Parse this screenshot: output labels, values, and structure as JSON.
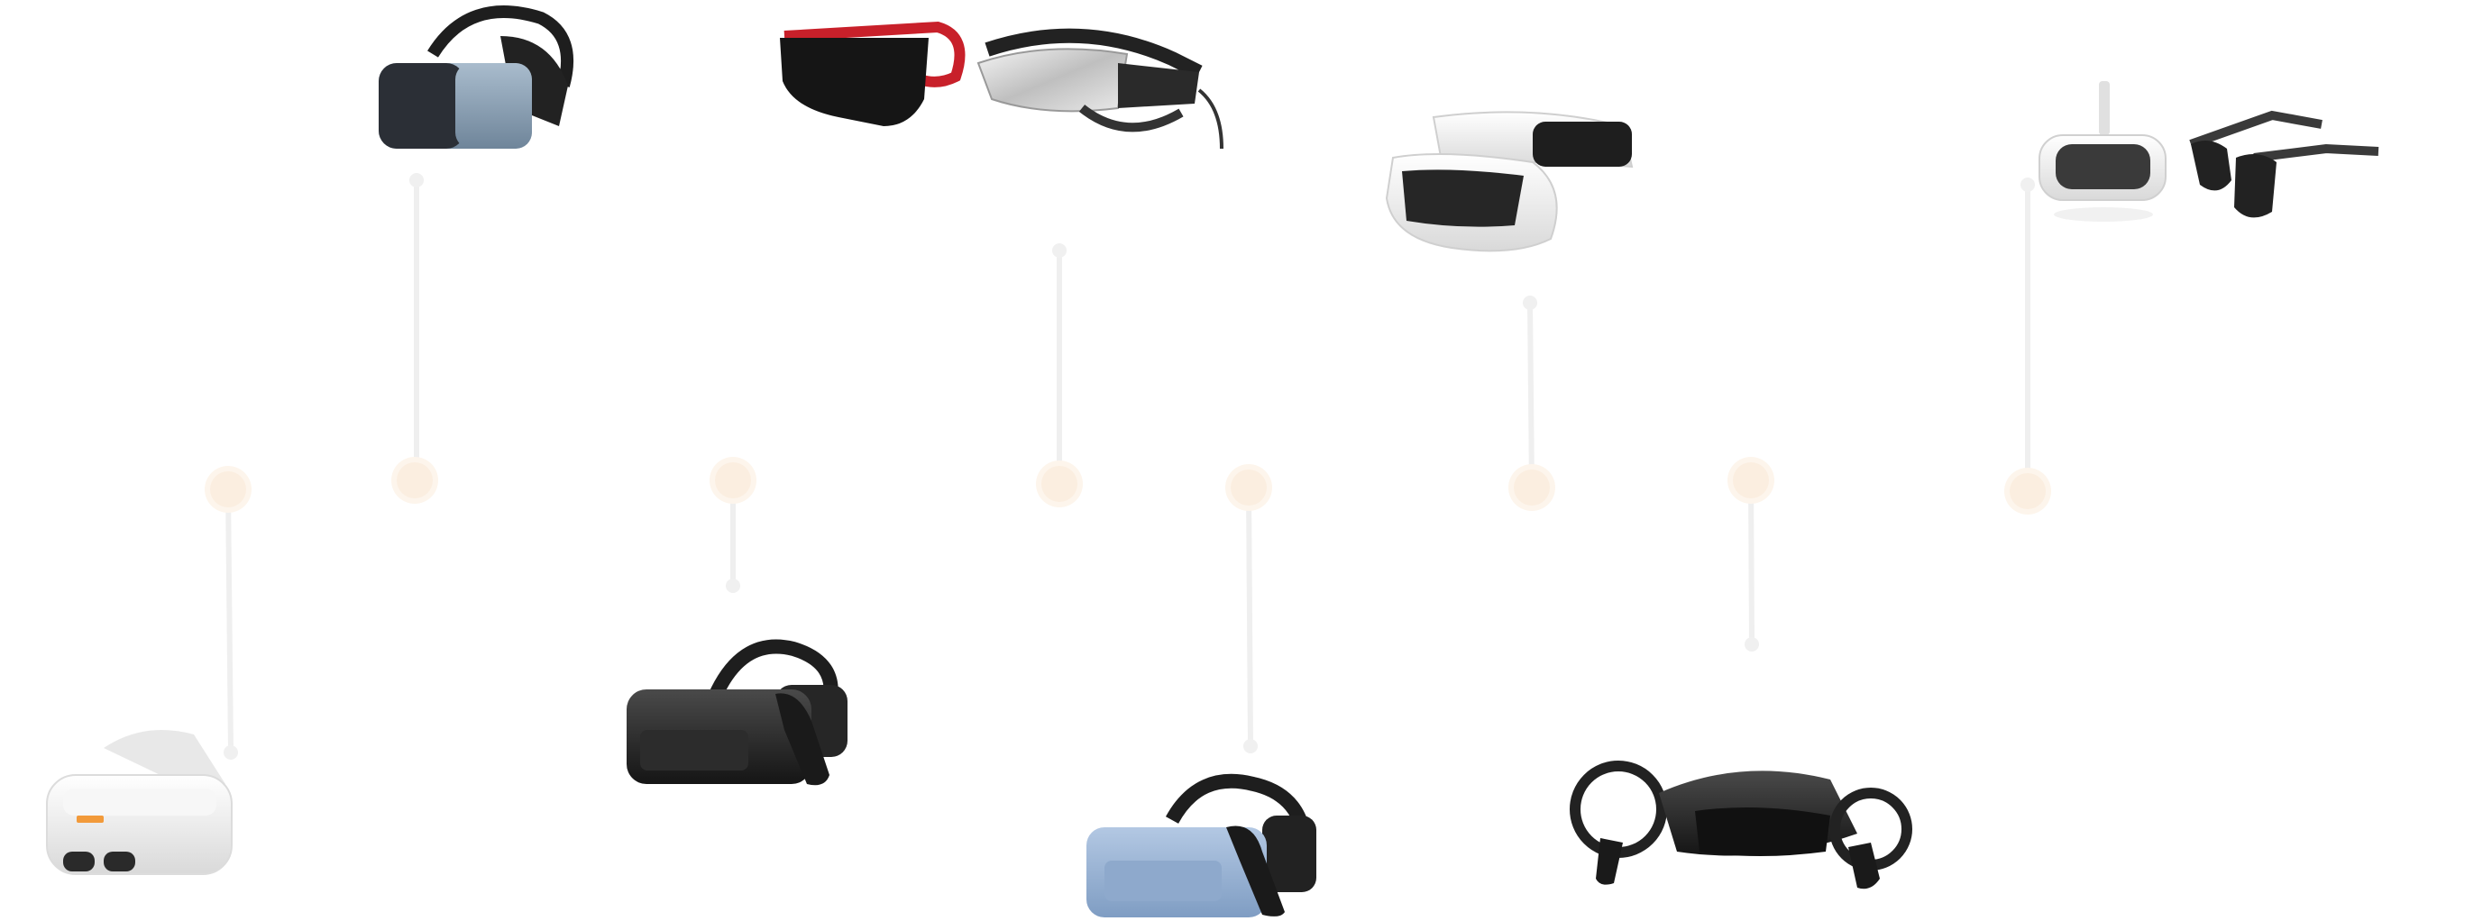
{
  "timeline": {
    "node_color": "#fbeee0",
    "connector_color": "#efefef",
    "items": [
      {
        "id": "vr-1",
        "icon": "white-standalone-vr-headset-icon",
        "product_side": "below"
      },
      {
        "id": "vr-2",
        "icon": "blue-grey-vr-headset-icon",
        "product_side": "above"
      },
      {
        "id": "vr-3",
        "icon": "black-vr-headset-with-strap-icon",
        "product_side": "below"
      },
      {
        "id": "vr-4",
        "icon": "red-visor-and-pcvr-headset-icon",
        "product_side": "above"
      },
      {
        "id": "vr-5",
        "icon": "light-blue-vr-headset-icon",
        "product_side": "below"
      },
      {
        "id": "vr-6",
        "icon": "white-pancake-vr-headset-icon",
        "product_side": "above"
      },
      {
        "id": "vr-7",
        "icon": "black-headset-with-controllers-icon",
        "product_side": "below"
      },
      {
        "id": "vr-8",
        "icon": "mini-headset-and-ar-glasses-icon",
        "product_side": "above"
      }
    ]
  }
}
